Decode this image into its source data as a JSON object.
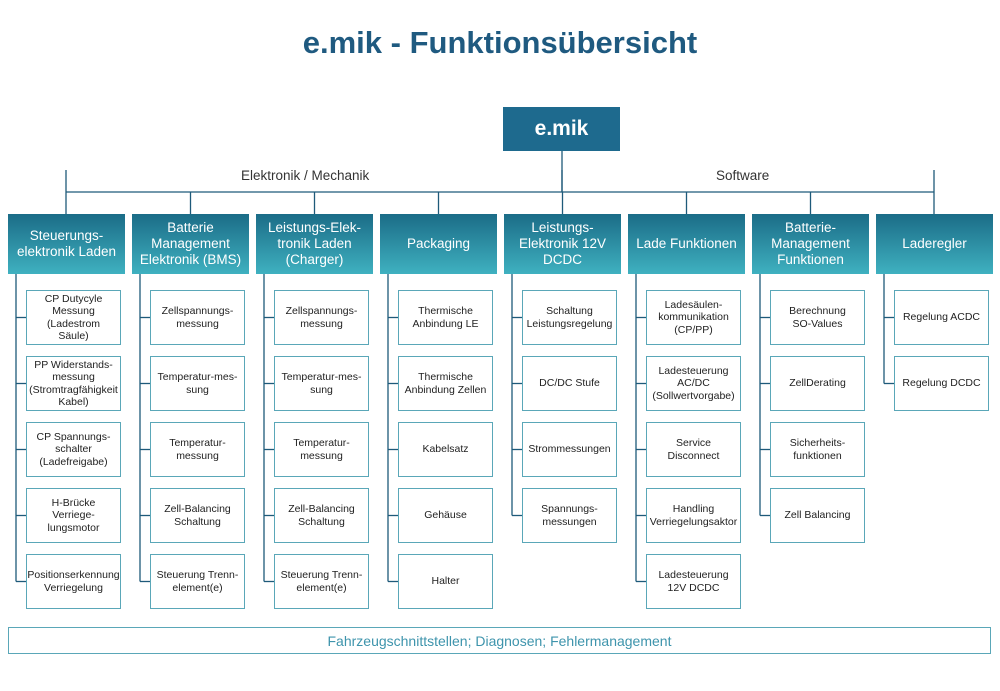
{
  "title": "e.mik - Funktionsübersicht",
  "root": "e.mik",
  "branches": {
    "hardware": "Elektronik / Mechanik",
    "software": "Software"
  },
  "columns": [
    {
      "header": "Steuerungs-\nelektronik Laden",
      "items": [
        "CP Dutycyle\nMessung\n(Ladestrom\nSäule)",
        "PP Widerstands-\nmessung\n(Stromtragfähigkeit\nKabel)",
        "CP Spannungs-\nschalter\n(Ladefreigabe)",
        "H-Brücke Verriege-\nlungsmotor",
        "Positionserkennung\nVerriegelung"
      ]
    },
    {
      "header": "Batterie\nManagement\nElektronik (BMS)",
      "items": [
        "Zellspannungs-\nmessung",
        "Temperatur-mes-\nsung",
        "Temperatur-\nmessung",
        "Zell-Balancing\nSchaltung",
        "Steuerung Trenn-\nelement(e)"
      ]
    },
    {
      "header": "Leistungs-Elek-\ntronik Laden\n(Charger)",
      "items": [
        "Zellspannungs-\nmessung",
        "Temperatur-mes-\nsung",
        "Temperatur-\nmessung",
        "Zell-Balancing\nSchaltung",
        "Steuerung Trenn-\nelement(e)"
      ]
    },
    {
      "header": "Packaging",
      "items": [
        "Thermische\nAnbindung LE",
        "Thermische\nAnbindung Zellen",
        "Kabelsatz",
        "Gehäuse",
        "Halter"
      ]
    },
    {
      "header": "Leistungs-\nElektronik 12V\nDCDC",
      "items": [
        "Schaltung\nLeistungsregelung",
        "DC/DC Stufe",
        "Strommessungen",
        "Spannungs-\nmessungen"
      ]
    },
    {
      "header": "Lade Funktionen",
      "items": [
        "Ladesäulen-\nkommunikation\n(CP/PP)",
        "Ladesteuerung\nAC/DC\n(Sollwertvorgabe)",
        "Service Disconnect",
        "Handling\nVerriegelungsaktor",
        "Ladesteuerung\n12V DCDC"
      ]
    },
    {
      "header": "Batterie-\nManagement\nFunktionen",
      "items": [
        "Berechnung\nSO-Values",
        "ZellDerating",
        "Sicherheits-\nfunktionen",
        "Zell Balancing"
      ]
    },
    {
      "header": "Laderegler",
      "items": [
        "Regelung ACDC",
        "Regelung DCDC"
      ]
    }
  ],
  "footer": "Fahrzeugschnittstellen; Diagnosen; Fehlermanagement",
  "colors": {
    "title": "#1f5a80",
    "root": "#1e6a8e",
    "header_top": "#1b6c87",
    "header_bottom": "#3fb1c0",
    "box_border": "#5aa7b8",
    "line": "#1e5a7a",
    "footer_text": "#3e94ac"
  }
}
